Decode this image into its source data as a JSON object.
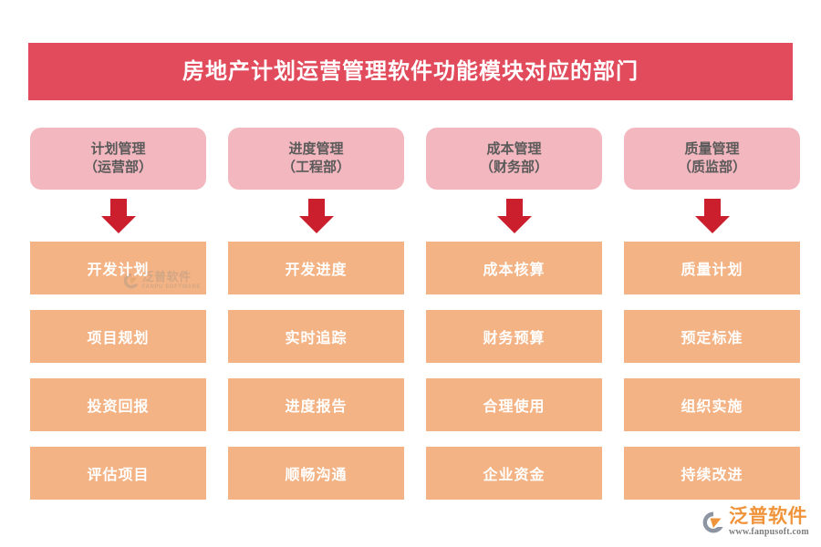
{
  "title": "房地产计划运营管理软件功能模块对应的部门",
  "colors": {
    "banner": "#e14b5c",
    "department_box": "#f3b7bf",
    "cell": "#f3b384",
    "arrow": "#cc1f2e",
    "cell_text": "#ffffff",
    "department_text": "#5a5a5a",
    "logo_orange": "#f0943c",
    "logo_gray": "#7d7d7d"
  },
  "columns": [
    {
      "department": {
        "line1": "计划管理",
        "line2": "（运营部）"
      },
      "arrow_icon": "arrow-down-icon",
      "items": [
        "开发计划",
        "项目规划",
        "投资回报",
        "评估项目"
      ]
    },
    {
      "department": {
        "line1": "进度管理",
        "line2": "（工程部）"
      },
      "arrow_icon": "arrow-down-icon",
      "items": [
        "开发进度",
        "实时追踪",
        "进度报告",
        "顺畅沟通"
      ]
    },
    {
      "department": {
        "line1": "成本管理",
        "line2": "（财务部）"
      },
      "arrow_icon": "arrow-down-icon",
      "items": [
        "成本核算",
        "财务预算",
        "合理使用",
        "企业资金"
      ]
    },
    {
      "department": {
        "line1": "质量管理",
        "line2": "（质监部）"
      },
      "arrow_icon": "arrow-down-icon",
      "items": [
        "质量计划",
        "预定标准",
        "组织实施",
        "持续改进"
      ]
    }
  ],
  "watermark": {
    "cn": "泛普软件",
    "en": "FANPU SOFTWARE"
  },
  "logo": {
    "cn": "泛普软件",
    "url": "www.fanpusoft.com"
  }
}
